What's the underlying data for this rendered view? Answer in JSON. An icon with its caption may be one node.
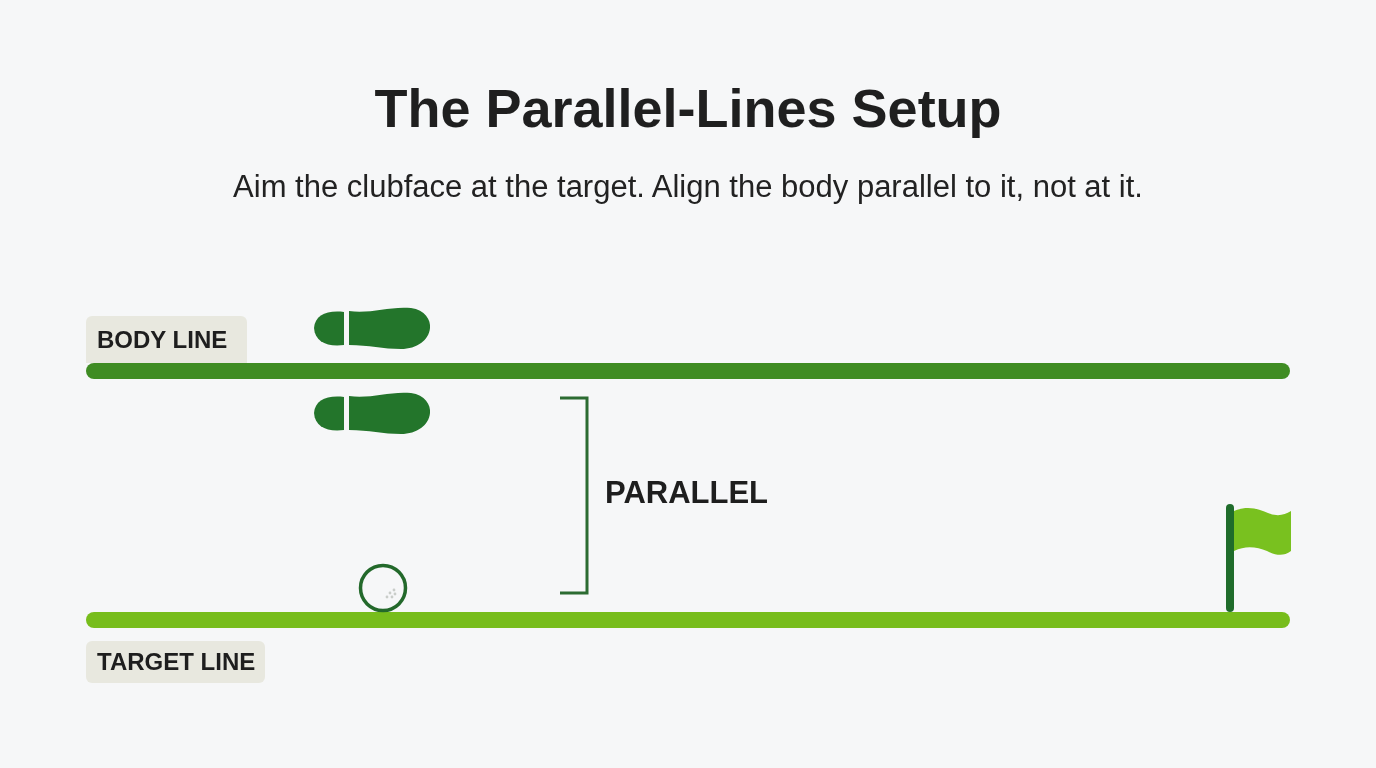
{
  "diagram": {
    "title": "The Parallel-Lines Setup",
    "nodes": [
      {
        "text": [
          "BODY LINE"
        ]
      },
      {
        "text": [],
        "shape": "bar"
      },
      {
        "text": [],
        "shape": "bar"
      },
      {
        "text": [
          "TARGET LINE"
        ]
      }
    ],
    "labels": [
      "Aim the clubface at the target. Align the body parallel to it, not at it.",
      "PARALLEL"
    ]
  }
}
